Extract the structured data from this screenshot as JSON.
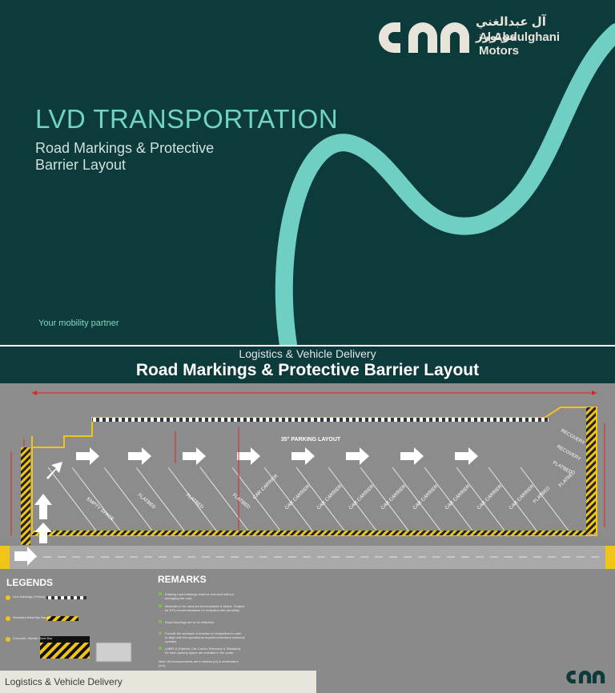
{
  "slide1": {
    "brand_arabic": "آل عبدالغني موتورز",
    "brand_line1": "Al Abdulghani",
    "brand_line2": "Motors",
    "title": "LVD TRANSPORTATION",
    "subtitle_line1": "Road Markings & Protective",
    "subtitle_line2": "Barrier Layout",
    "tagline": "Your mobility partner"
  },
  "slide2": {
    "subheading": "Logistics & Vehicle Delivery",
    "heading": "Road Markings & Protective Barrier Layout",
    "parking_label": "35° PARKING LAYOUT",
    "slots": [
      "EMPTY SPACE",
      "FLATBED",
      "FLATBED",
      "FLATBED",
      "CAR CARRIER",
      "CAR CARRIER",
      "CAR CARRIER",
      "CAR CARRIER",
      "CAR CARRIER",
      "CAR CARRIER",
      "CAR CARRIER",
      "CAR CARRIER",
      "CAR CARRIER",
      "FLATBED",
      "FLATBED"
    ],
    "right_slots": [
      "RECOVERY",
      "RECOVERY",
      "FLATBED"
    ],
    "legends_title": "LEGENDS",
    "legend_items": [
      "Line Markings (Yellow)",
      "Resistant Steel Bar Barrier",
      "Concrete / Barrier Steel Bar"
    ],
    "remarks_title": "REMARKS",
    "remark_items": [
      "Existing road markings shall be removed without damaging the road.",
      "Materials to be used are thermoplastic & beads. Subject for RTA recommendation for footpaths with durability.",
      "Road Markings are to be reflective.",
      "Provide the schedule & timeline of completion in order to align with the operational requirements/work schedule updates.",
      "LABELS (Flatbed, Car Carrier, Recovery & Standard) for each parking space are included in the quote.",
      "Note: All measurements are in meters (m) & centimeters (cm)."
    ],
    "footer": "Logistics & Vehicle Delivery"
  },
  "colors": {
    "teal_dark": "#0d3a3a",
    "teal_accent": "#6fcfc2",
    "marking_yellow": "#f0c419",
    "dimension_red": "#e02424"
  },
  "icons": [
    "brand-logo-icon",
    "arrow-right-icon",
    "arrow-up-icon",
    "barrier-icon",
    "concrete-block-icon"
  ]
}
